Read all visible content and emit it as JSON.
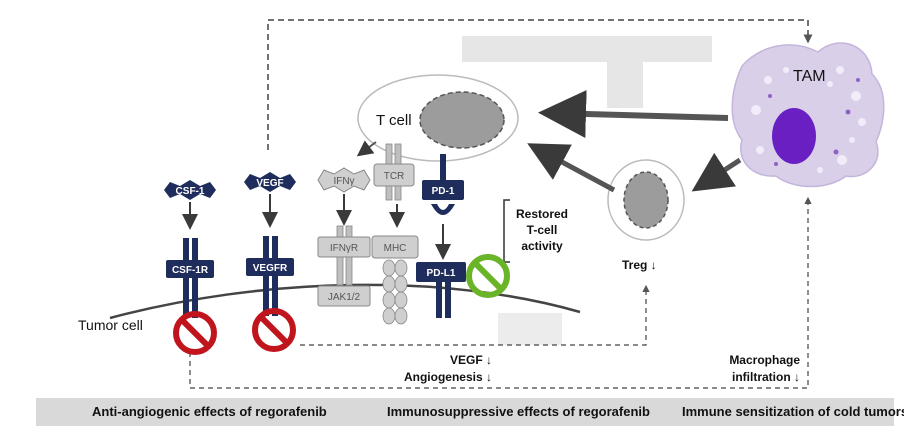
{
  "diagram": {
    "tam_label": "TAM",
    "tcell_label": "T cell",
    "treg_label": "Treg ↓",
    "ifng_label": "IFNγ",
    "tcr_label": "TCR",
    "csf1_label": "CSF-1",
    "vegf_label": "VEGF",
    "csf1r_label": "CSF-1R",
    "vegfr_label": "VEGFR",
    "ifngr_label": "IFNγR",
    "jak_label": "JAK1/2",
    "mhc_label": "MHC",
    "pd1_label": "PD-1",
    "pdl1_label": "PD-L1",
    "restored_line1": "Restored",
    "restored_line2": "T-cell",
    "restored_line3": "activity",
    "tumor_label": "Tumor cell",
    "vegf_down_line1": "VEGF ↓",
    "vegf_down_line2": "Angiogenesis ↓",
    "macrophage_line1": "Macrophage",
    "macrophage_line2": "infiltration ↓"
  },
  "footer": {
    "left": "Anti-angiogenic effects of regorafenib",
    "middle": "Immunosuppressive effects of regorafenib",
    "right": "Immune sensitization of cold tumors"
  },
  "colors": {
    "navy": "#1f2d5c",
    "gray_receptor": "#bfbfbf",
    "tam_fill": "#d9cfe8",
    "tam_nucleus": "#6a1fc2",
    "no_sign": "#c0151d",
    "green_no_sign": "#6ab42a",
    "footer_bg": "#d9d9d9"
  }
}
